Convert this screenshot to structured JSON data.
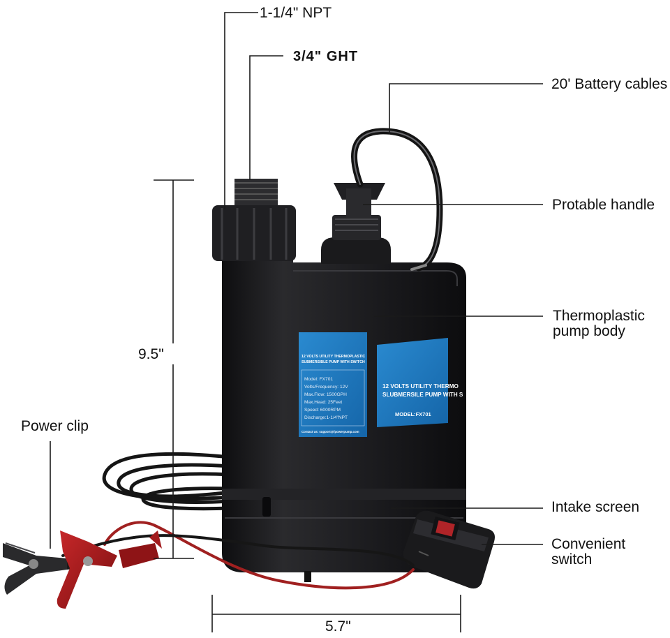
{
  "callouts": {
    "npt": "1-1/4\" NPT",
    "ght": "3/4\" GHT",
    "cables": "20' Battery cables",
    "handle": "Protable handle",
    "body_line1": "Thermoplastic",
    "body_line2": "pump body",
    "clip": "Power clip",
    "intake": "Intake screen",
    "switch_line1": "Convenient",
    "switch_line2": "switch"
  },
  "dimensions": {
    "height": "9.5\"",
    "width": "5.7\""
  },
  "front_label": {
    "title_line1": "12 VOLTS UTILITY THERMOPLASTIC",
    "title_line2": "SUBMERSIBLE PUMP WITH SWITCH",
    "specs": [
      "Model: FX701",
      "Volts/Frequency: 12V",
      "Max.Flow: 1500GPH",
      "Max.Head: 25Feet",
      "Speed: 6000RPM",
      "Discharge:1-1/4\"NPT"
    ],
    "contact": "Contact us: support@fpowerpump.com"
  },
  "side_label": {
    "title_line1": "12 VOLTS UTILITY THERMO",
    "title_line2": "SLUBMERSILE PUMP WITH S",
    "model": "MODEL:FX701"
  },
  "colors": {
    "label_blue": "#1f7cc4",
    "pump_black": "#1b1b1d",
    "clip_red": "#a8181a",
    "clip_black": "#2a2a2a"
  }
}
